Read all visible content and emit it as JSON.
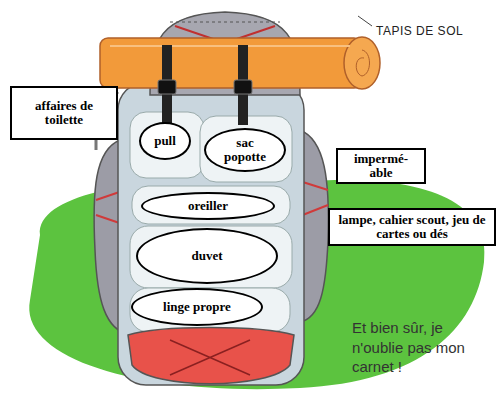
{
  "diagram": {
    "nodes": [
      {
        "text": [
          "affaires de toilette"
        ]
      },
      {
        "text": [
          "pull"
        ]
      },
      {
        "text": [
          "sac popotte"
        ]
      },
      {
        "text": [
          "impermé- able"
        ]
      },
      {
        "text": [
          "oreiller"
        ]
      },
      {
        "text": [
          "lampe, cahier scout, jeu de cartes ou dés"
        ]
      },
      {
        "text": [
          "duvet"
        ]
      },
      {
        "text": [
          "linge propre"
        ]
      }
    ],
    "labels": [
      "TAPIS DE SOL",
      "Et bien sûr, je n'oublie pas mon carnet !"
    ]
  }
}
